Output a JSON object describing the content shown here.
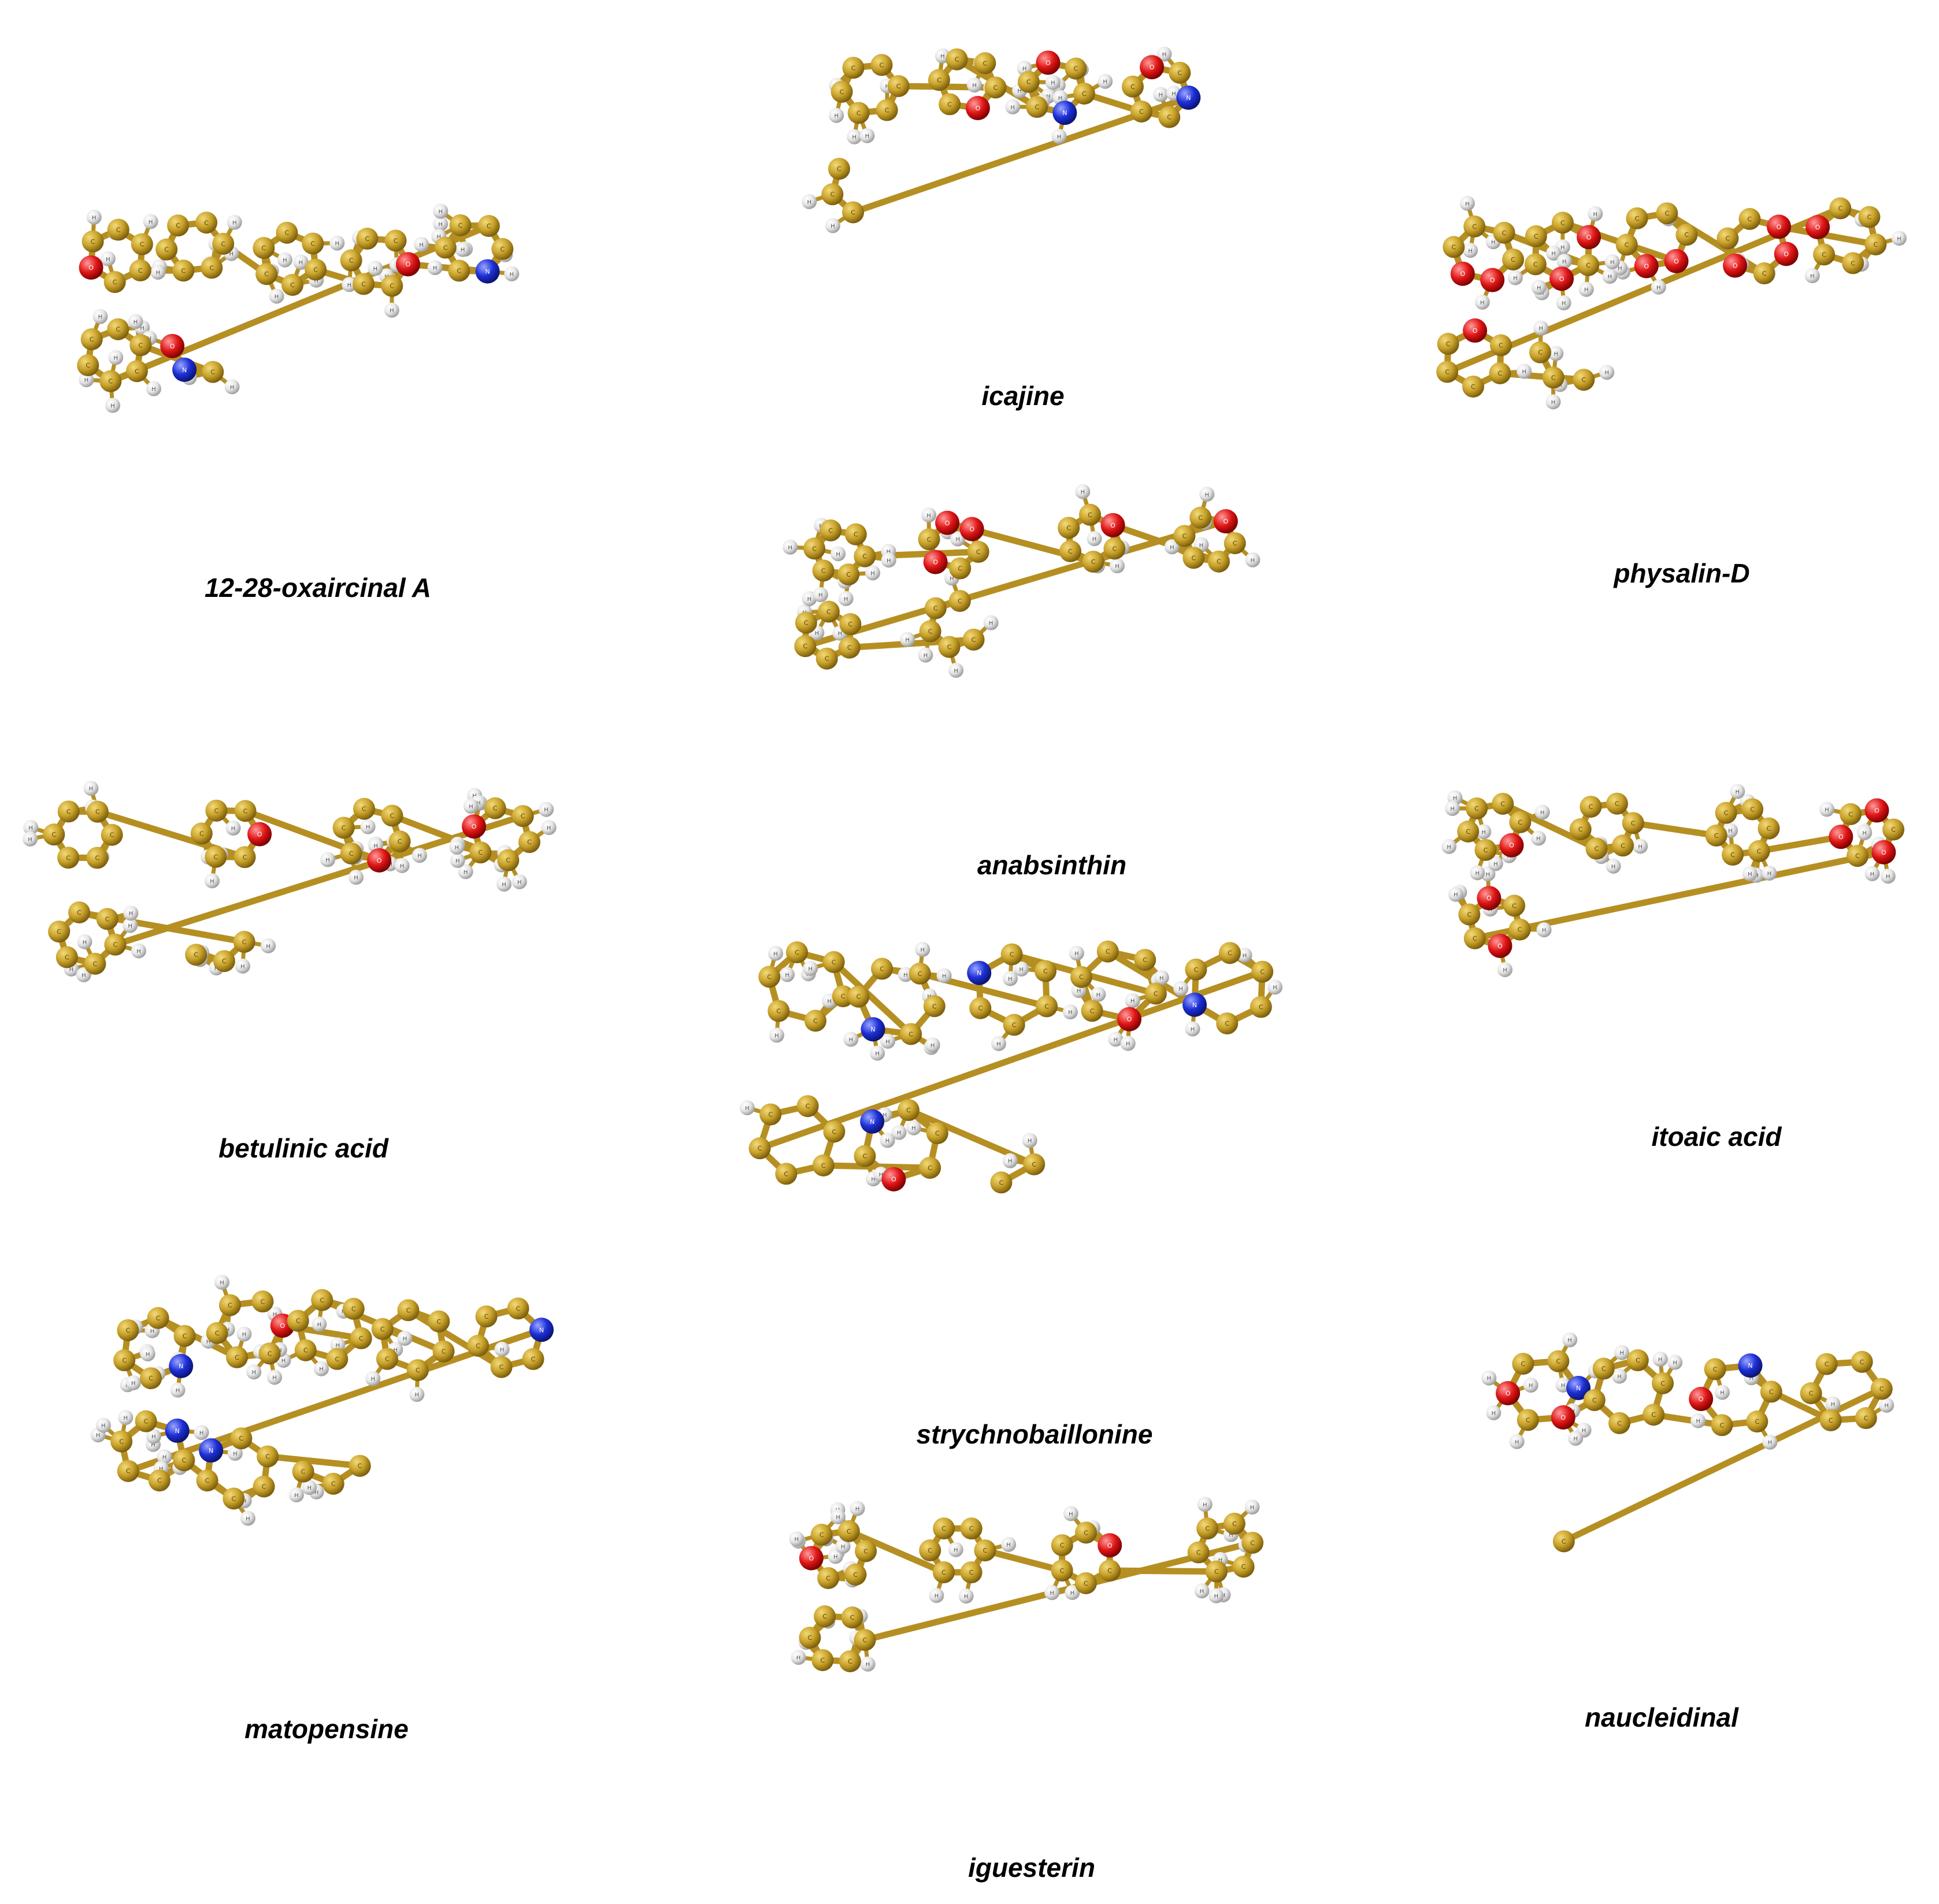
{
  "colors": {
    "carbon": "#c8a22a",
    "carbon_highlight": "#f3d979",
    "carbon_shade": "#7a5c0c",
    "bond": "#b58f22",
    "hydrogen": "#e6e6e6",
    "hydrogen_shade": "#9c9c9c",
    "oxygen": "#e01616",
    "oxygen_shade": "#7a0000",
    "nitrogen": "#1d2fd6",
    "nitrogen_shade": "#0a1370",
    "atom_label": "#5a4310",
    "caption_text": "#000000",
    "background": "#ffffff"
  },
  "atom_labels": {
    "carbon": "C",
    "hydrogen": "H",
    "oxygen": "O",
    "nitrogen": "N"
  },
  "molecules": [
    {
      "id": "m1",
      "name": "12-28-oxaircinal A",
      "nC": 34,
      "nO": 3,
      "nN": 2,
      "nH": 46,
      "seed": 11
    },
    {
      "id": "m2",
      "name": "icajine",
      "nC": 22,
      "nO": 3,
      "nN": 2,
      "nH": 26,
      "seed": 23
    },
    {
      "id": "m3",
      "name": "physalin-D",
      "nC": 28,
      "nO": 11,
      "nN": 0,
      "nH": 32,
      "seed": 37
    },
    {
      "id": "m4",
      "name": "anabsinthin",
      "nC": 30,
      "nO": 5,
      "nN": 0,
      "nH": 40,
      "seed": 41
    },
    {
      "id": "m5",
      "name": "betulinic acid",
      "nC": 30,
      "nO": 3,
      "nN": 0,
      "nH": 48,
      "seed": 53
    },
    {
      "id": "m6",
      "name": "itoaic acid",
      "nC": 24,
      "nO": 6,
      "nN": 0,
      "nH": 36,
      "seed": 67
    },
    {
      "id": "m7",
      "name": "strychnobaillonine",
      "nC": 38,
      "nO": 2,
      "nN": 4,
      "nH": 40,
      "seed": 71
    },
    {
      "id": "m8",
      "name": "matopensine",
      "nC": 40,
      "nO": 1,
      "nN": 4,
      "nH": 44,
      "seed": 83
    },
    {
      "id": "m9",
      "name": "naucleidinal",
      "nC": 20,
      "nO": 3,
      "nN": 2,
      "nH": 20,
      "seed": 97
    },
    {
      "id": "m10",
      "name": "iguesterin",
      "nC": 28,
      "nO": 2,
      "nN": 0,
      "nH": 38,
      "seed": 101
    }
  ]
}
